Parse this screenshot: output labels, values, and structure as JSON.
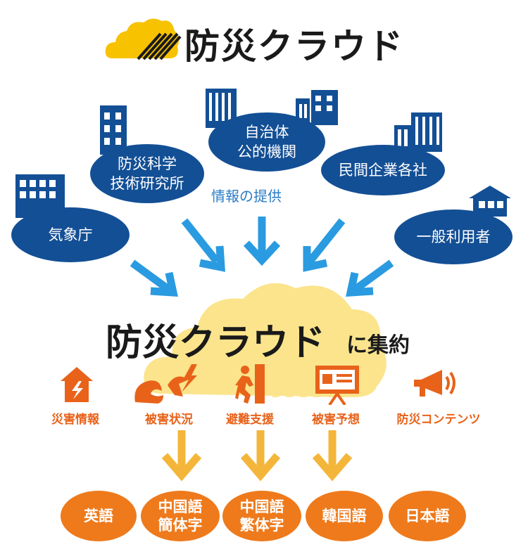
{
  "logo": {
    "text": "防災クラウド",
    "icon": "cloud-logo-icon"
  },
  "providers": [
    {
      "id": "jma",
      "label_lines": [
        "気象庁"
      ]
    },
    {
      "id": "nied",
      "label_lines": [
        "防災科学",
        "技術研究所"
      ]
    },
    {
      "id": "local-gov",
      "label_lines": [
        "自治体",
        "公的機関"
      ]
    },
    {
      "id": "private",
      "label_lines": [
        "民間企業各社"
      ]
    },
    {
      "id": "users",
      "label_lines": [
        "一般利用者"
      ]
    }
  ],
  "info_label": "情報の提供",
  "aggregation": {
    "title": "防災クラウド",
    "suffix": "に集約"
  },
  "categories": [
    {
      "label": "災害情報",
      "icon": "house-warning-icon"
    },
    {
      "label": "被害状況",
      "icon": "storm-damage-icon"
    },
    {
      "label": "避難支援",
      "icon": "evacuation-runner-icon"
    },
    {
      "label": "被害予想",
      "icon": "presentation-board-icon"
    },
    {
      "label": "防災コンテンツ",
      "icon": "megaphone-icon"
    }
  ],
  "languages": [
    {
      "lines": [
        "英語"
      ]
    },
    {
      "lines": [
        "中国語",
        "簡体字"
      ]
    },
    {
      "lines": [
        "中国語",
        "繁体字"
      ]
    },
    {
      "lines": [
        "韓国語"
      ]
    },
    {
      "lines": [
        "日本語"
      ]
    }
  ],
  "colors": {
    "navy": "#134f95",
    "arrow_blue": "#2a9be0",
    "orange": "#e8621a",
    "lang_orange": "#ee7a1c",
    "yellow": "#f7c200",
    "light_yellow": "#fbe48c"
  }
}
